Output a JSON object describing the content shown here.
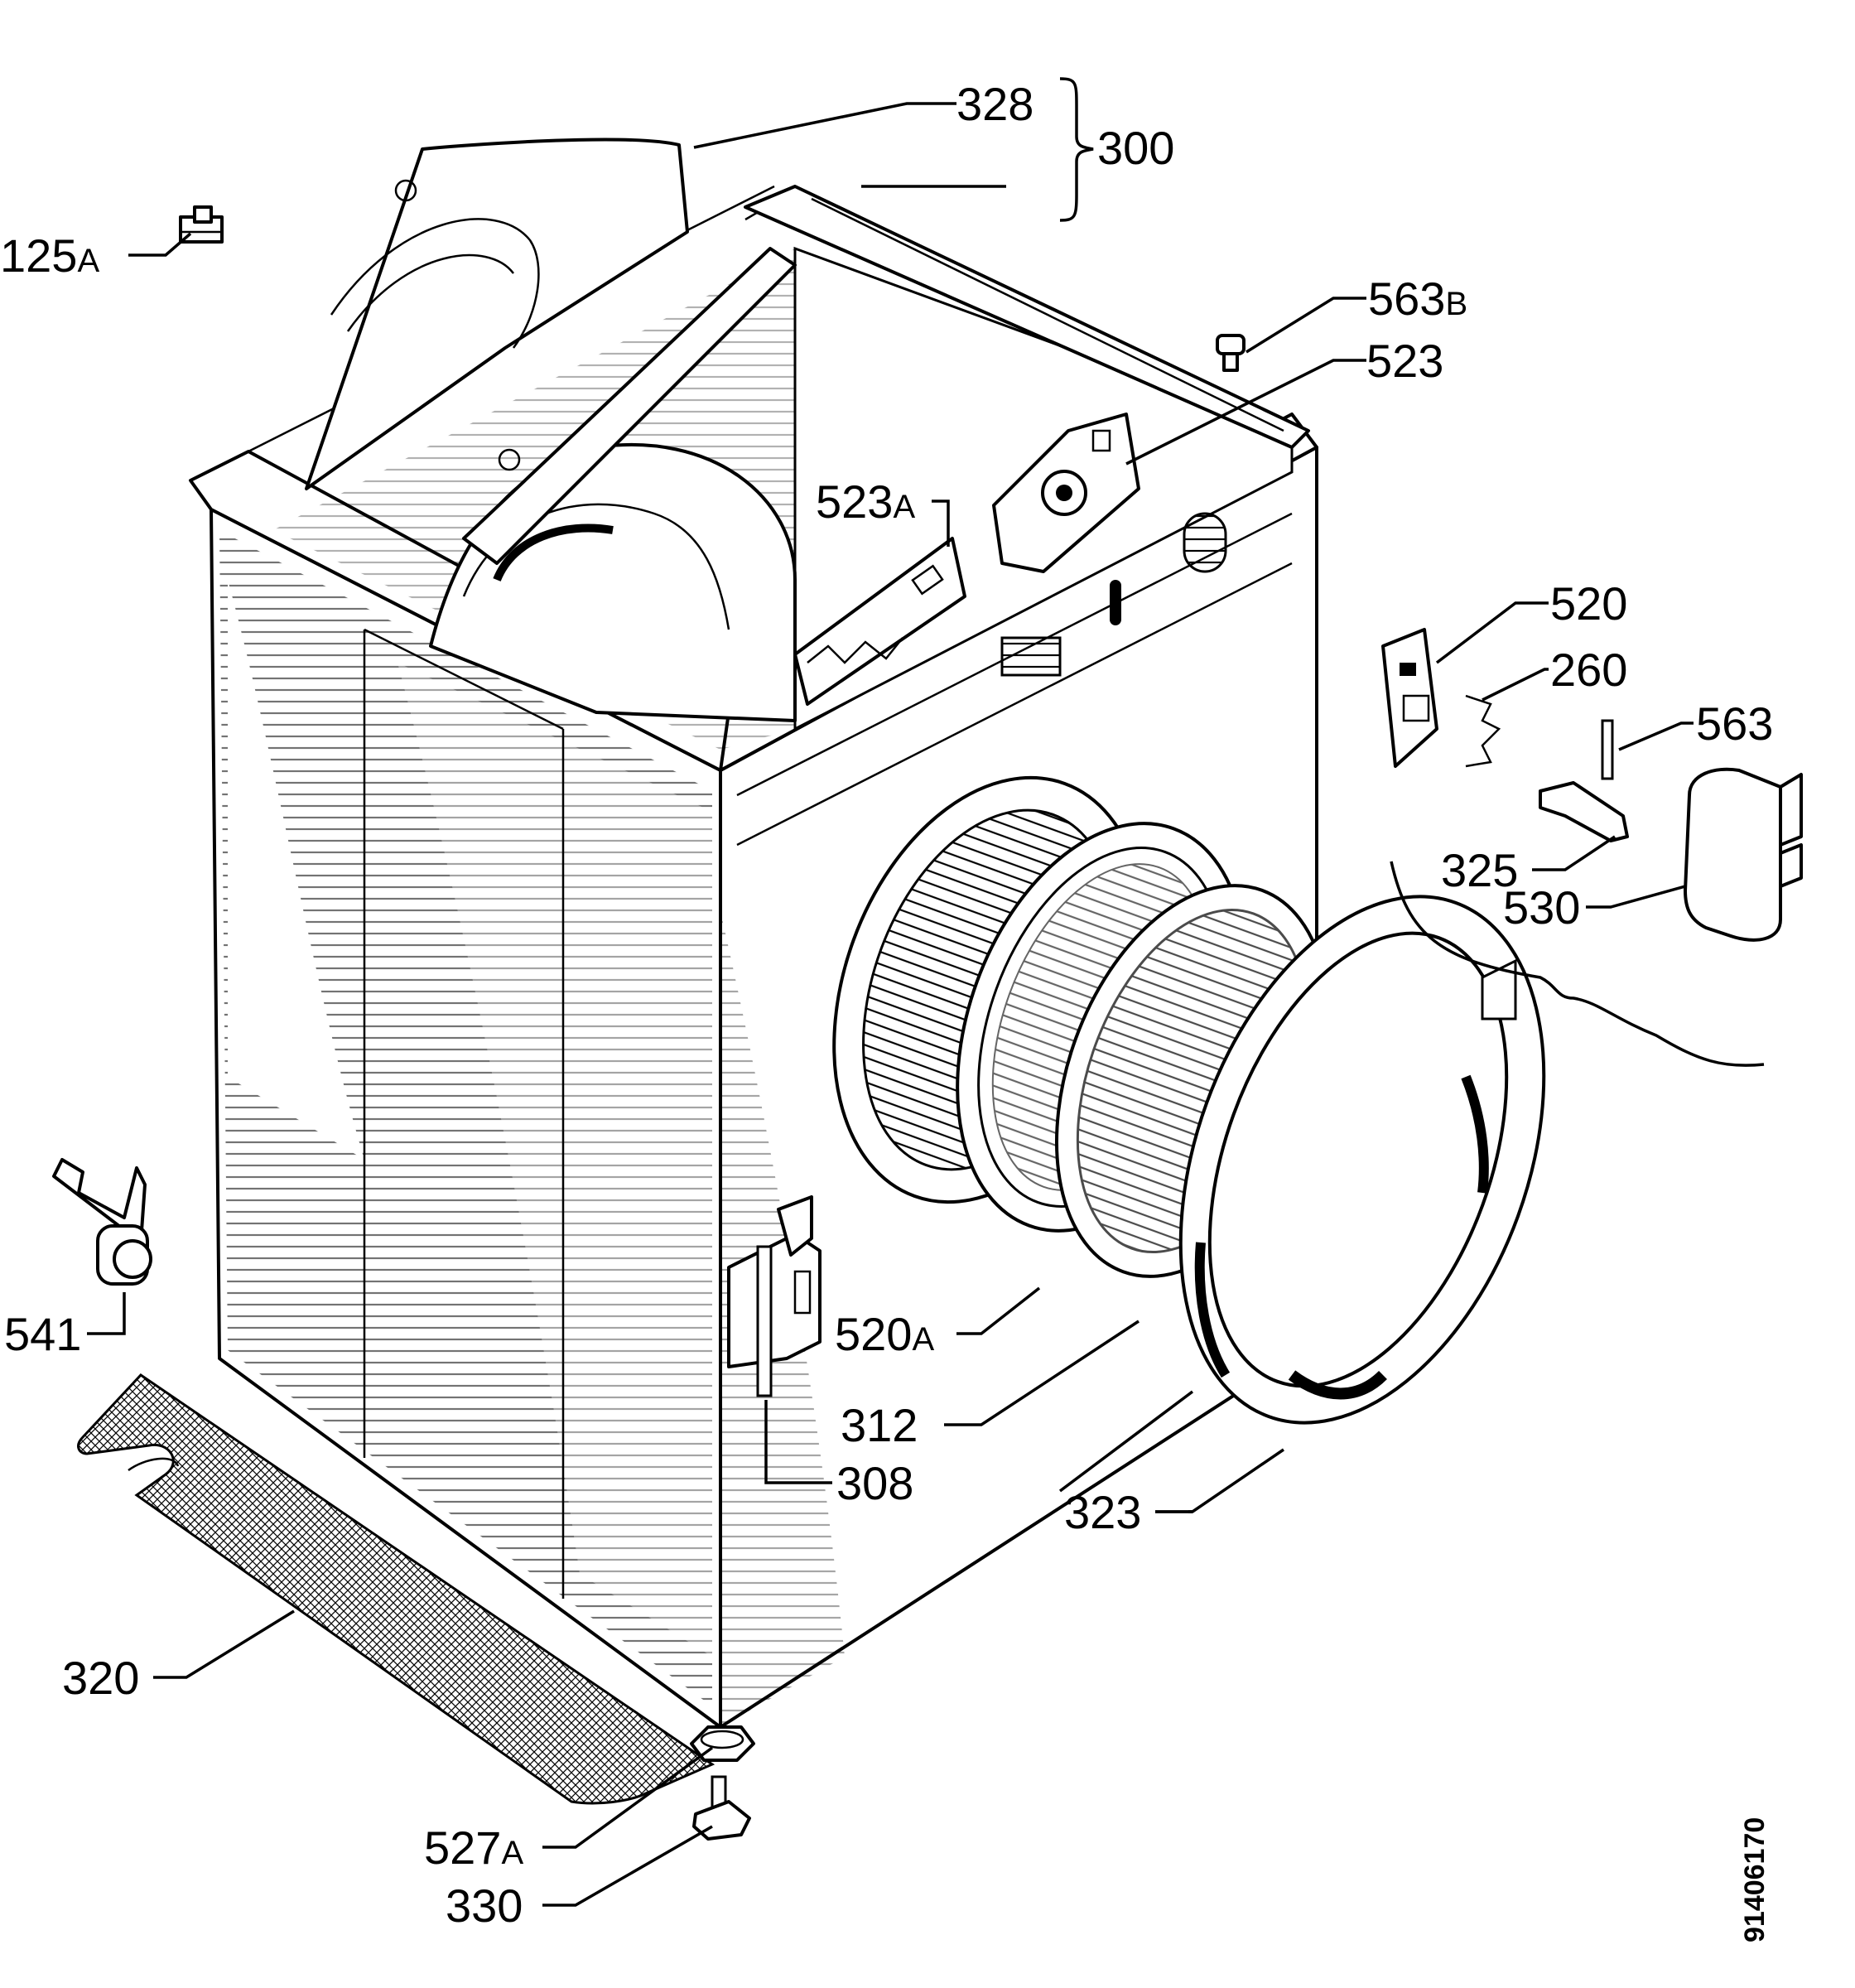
{
  "callouts": [
    {
      "id": "328",
      "num": "328",
      "suffix": ""
    },
    {
      "id": "300",
      "num": "300",
      "suffix": ""
    },
    {
      "id": "125a",
      "num": "125",
      "suffix": "A"
    },
    {
      "id": "563b",
      "num": "563",
      "suffix": "B"
    },
    {
      "id": "523",
      "num": "523",
      "suffix": ""
    },
    {
      "id": "523a",
      "num": "523",
      "suffix": "A"
    },
    {
      "id": "520",
      "num": "520",
      "suffix": ""
    },
    {
      "id": "260",
      "num": "260",
      "suffix": ""
    },
    {
      "id": "563",
      "num": "563",
      "suffix": ""
    },
    {
      "id": "325",
      "num": "325",
      "suffix": ""
    },
    {
      "id": "530",
      "num": "530",
      "suffix": ""
    },
    {
      "id": "541",
      "num": "541",
      "suffix": ""
    },
    {
      "id": "520a",
      "num": "520",
      "suffix": "A"
    },
    {
      "id": "312",
      "num": "312",
      "suffix": ""
    },
    {
      "id": "308",
      "num": "308",
      "suffix": ""
    },
    {
      "id": "323",
      "num": "323",
      "suffix": ""
    },
    {
      "id": "320",
      "num": "320",
      "suffix": ""
    },
    {
      "id": "527a",
      "num": "527",
      "suffix": "A"
    },
    {
      "id": "330",
      "num": "330",
      "suffix": ""
    }
  ],
  "document_number": "91406170"
}
